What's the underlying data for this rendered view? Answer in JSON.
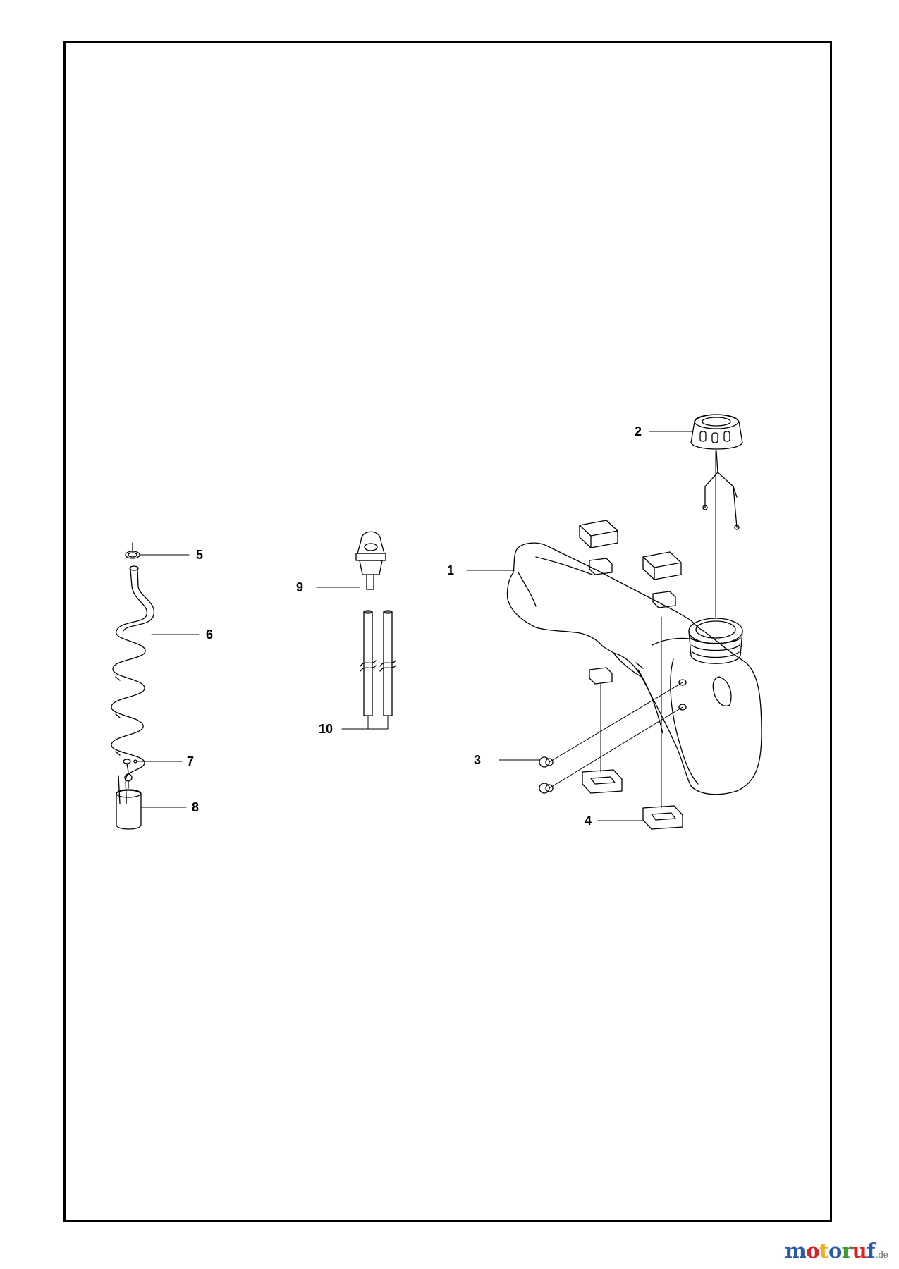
{
  "diagram": {
    "callouts": {
      "c1": "1",
      "c2": "2",
      "c3": "3",
      "c4": "4",
      "c5": "5",
      "c6": "6",
      "c7": "7",
      "c8": "8",
      "c9": "9",
      "c10": "10"
    },
    "line_color": "#000000",
    "background": "#ffffff"
  },
  "watermark": {
    "letters": [
      {
        "ch": "m",
        "color": "#2b5aa8"
      },
      {
        "ch": "o",
        "color": "#d4252a"
      },
      {
        "ch": "t",
        "color": "#f2b01e"
      },
      {
        "ch": "o",
        "color": "#2b5aa8"
      },
      {
        "ch": "r",
        "color": "#3a9a3a"
      },
      {
        "ch": "u",
        "color": "#d4252a"
      },
      {
        "ch": "f",
        "color": "#2b5aa8"
      }
    ],
    "suffix": ".de"
  }
}
